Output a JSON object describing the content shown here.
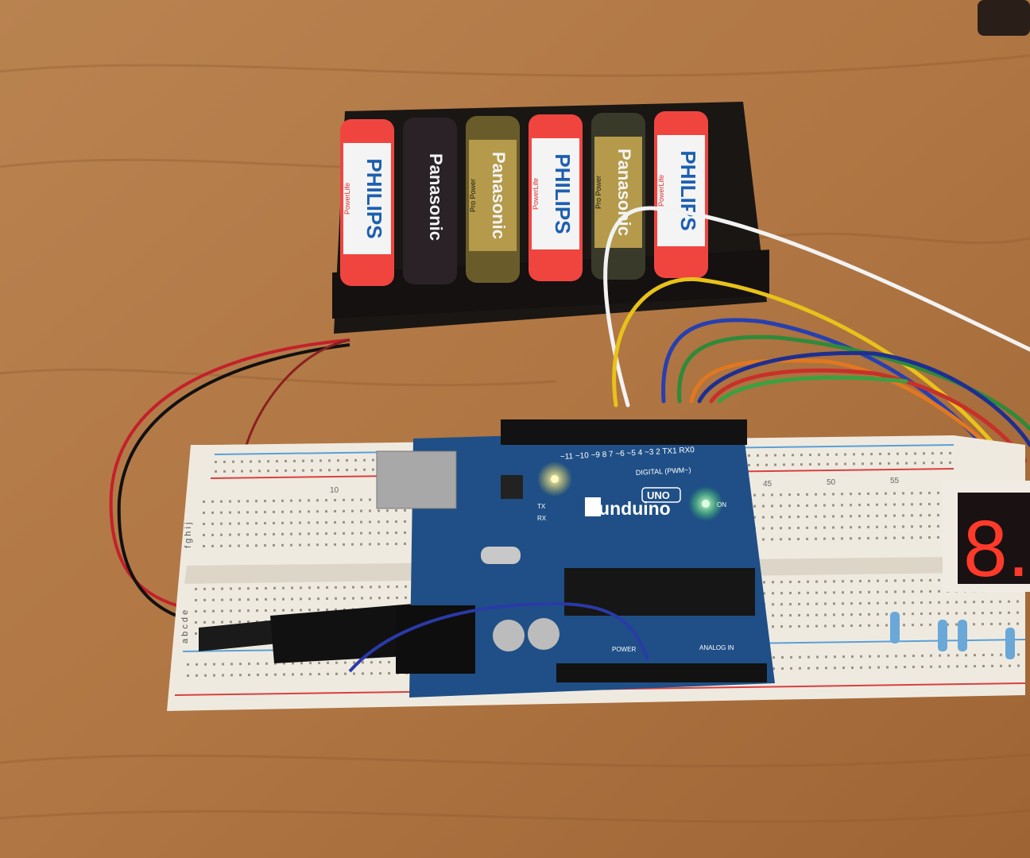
{
  "colors": {
    "wood": "#b47c47",
    "wood_dark": "#8f5a2e",
    "battery_holder": "#1a1614",
    "breadboard": "#efeae0",
    "arduino": "#1f4f86",
    "led_yellow": "#ffe23a",
    "led_green": "#3cff4a",
    "segment_red": "#ff3a2a"
  },
  "batteries": [
    {
      "brand": "PHILIPS",
      "sub": "PowerLife",
      "color": "#f0453f"
    },
    {
      "brand": "Panasonic",
      "sub": "",
      "color": "#2a2226"
    },
    {
      "brand": "Panasonic",
      "sub": "Pro Power",
      "color": "#6a5c2a"
    },
    {
      "brand": "PHILIPS",
      "sub": "PowerLife",
      "color": "#f0453f"
    },
    {
      "brand": "Panasonic",
      "sub": "Pro Power",
      "color": "#3a3a2a"
    },
    {
      "brand": "PHILIPS",
      "sub": "PowerLife",
      "color": "#f0453f"
    }
  ],
  "board": {
    "logo": "Funduino",
    "model": "UNO",
    "digital_label": "DIGITAL (PWM~)",
    "on_label": "ON",
    "tx_label": "TX",
    "rx_label": "RX",
    "power_label": "POWER",
    "analog_label": "ANALOG IN",
    "pin_numbers": "~11 ~10 ~9 8   7 ~6 ~5 4 ~3 2 TX1 RX0"
  },
  "breadboard": {
    "row_labels_left": "f g h i j",
    "row_labels_left_bottom": "a b c d e",
    "col_numbers": [
      "10",
      "45",
      "50",
      "55"
    ]
  },
  "display": {
    "digit": "8."
  }
}
